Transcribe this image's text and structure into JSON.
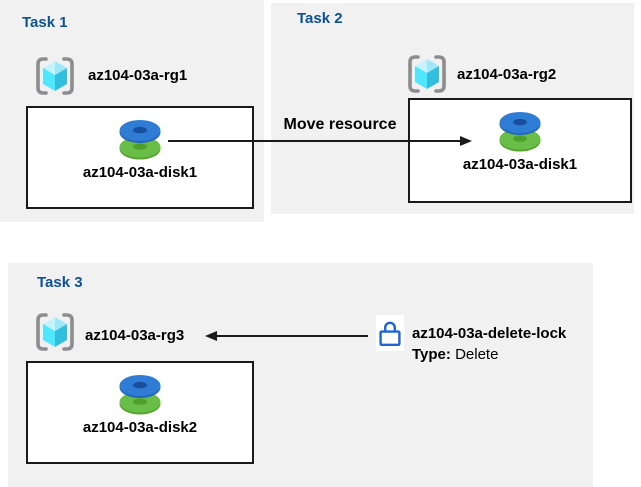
{
  "colors": {
    "panel_bg": "#f1f1f1",
    "heading_blue": "#0d5294",
    "box_border": "#1a1a1a",
    "arrow_black": "#1a1a1a",
    "disk_blue": "#2e7cd3",
    "disk_blue_hole": "#174f9e",
    "disk_green": "#68be46",
    "disk_green_hole": "#4e9e2c",
    "cube_mid": "#50e6ff",
    "cube_dark": "#32bedd",
    "bracket_gray": "#8d8d8d",
    "lock_blue": "#1f64d6"
  },
  "tasks": {
    "task1": {
      "label": "Task 1",
      "resource_group": "az104-03a-rg1",
      "disk": "az104-03a-disk1"
    },
    "task2": {
      "label": "Task 2",
      "resource_group": "az104-03a-rg2",
      "disk": "az104-03a-disk1"
    },
    "task3": {
      "label": "Task 3",
      "resource_group": "az104-03a-rg3",
      "disk": "az104-03a-disk2"
    }
  },
  "move_arrow": {
    "label": "Move resource"
  },
  "delete_lock": {
    "name": "az104-03a-delete-lock",
    "type_label": "Type:",
    "type_value": "Delete"
  },
  "icons": {
    "resource_group": "resource-group-icon",
    "disk": "managed-disk-icon",
    "lock": "lock-icon"
  }
}
